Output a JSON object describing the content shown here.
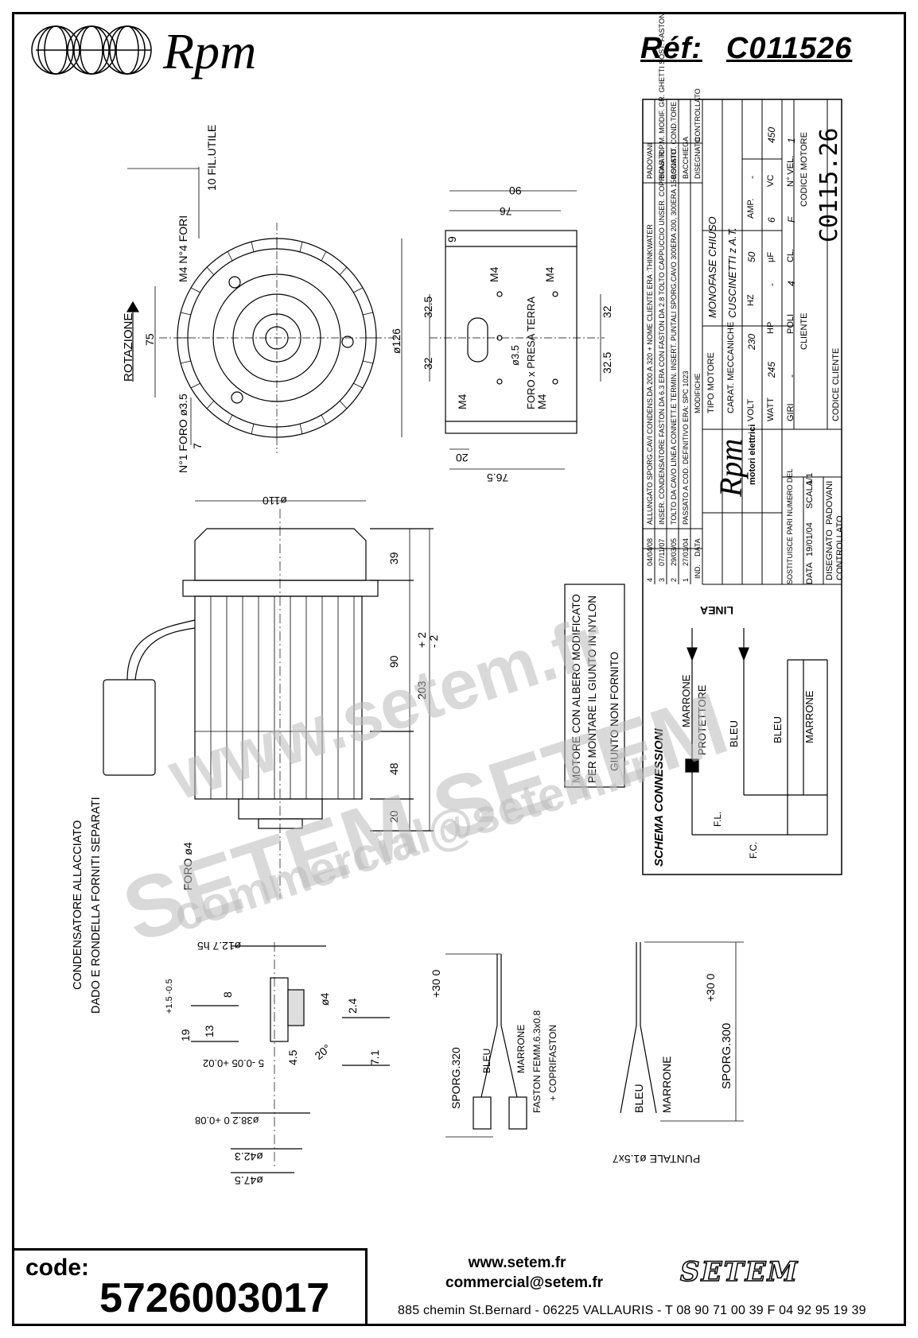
{
  "header": {
    "brand": "Rpm",
    "ref_label": "Réf:",
    "ref_value": "C011526"
  },
  "drawing": {
    "top_view": {
      "fil_utile": "10 FIL.UTILE",
      "fori": "M4 N°4 FORI",
      "rotazione": "ROTAZIONE",
      "dim_75": "75",
      "dim_126": "ø126",
      "foro": "N°1 FORO ø3.5",
      "dim_7": "7"
    },
    "side_bracket": {
      "dim_90": "90",
      "dim_76": "76",
      "dim_9": "9",
      "dim_32_5a": "32.5",
      "dim_32a": "32",
      "dim_32b": "32",
      "dim_32_5b": "32.5",
      "m4": "M4",
      "foro_terra": "FORO x PRESA TERRA",
      "foro_35": "ø3.5",
      "dim_20": "20",
      "dim_76_5": "76.5"
    },
    "motor": {
      "dim_110": "ø110",
      "dim_39": "39",
      "dim_90": "90",
      "dim_203": "203",
      "tol_plus": "+ 2",
      "tol_minus": "- 2",
      "dim_48": "48",
      "dim_20": "20",
      "foro4": "FORO ø4",
      "condensatore": "CONDENSATORE ALLACCIATO",
      "dado": "DADO E RONDELLA FORNITI SEPARATI",
      "note1": "MOTORE CON ALBERO MODIFICATO",
      "note2": "PER MONTARE IL GIUNTO IN NYLON",
      "note3": "GIUNTO NON FORNITO"
    },
    "shaft": {
      "d127": "ø12.7 h5",
      "d19": "19",
      "tol19": "+1.5 -0.5",
      "d13": "13",
      "d8": "8",
      "d5": "5 -0.05 +0.02",
      "d4": "ø4",
      "d24": "2.4",
      "d71": "7.1",
      "d45": "4.5",
      "angle": "20°",
      "d38": "ø38.2 0 +0.08",
      "d423": "ø42.3",
      "d475": "ø47.5"
    },
    "cables1": {
      "sporg": "SPORG.320",
      "tol": "+30 0",
      "bleu": "BLEU",
      "marrone": "MARRONE",
      "faston": "FASTON FEMM.6.3x0.8",
      "coprifaston": "+ COPRIFASTON"
    },
    "cables2": {
      "sporg": "SPORG.300",
      "tol": "+30 0",
      "bleu": "BLEU",
      "marrone": "MARRONE",
      "puntale": "PUNTALE ø1.5x7"
    },
    "schema": {
      "title": "SCHEMA CONNESSIONI",
      "linea": "LINEA",
      "marrone1": "MARRONE",
      "protettore": "PROTETTORE",
      "bleu1": "BLEU",
      "bleu2": "BLEU",
      "marrone2": "MARRONE",
      "fl": "F.L.",
      "fc": "F.C."
    }
  },
  "title_block": {
    "revisions": [
      {
        "n": "4",
        "date": "04/04/08",
        "text": "ALLUNGATO SPORG.CAVI CONDENS.DA 200 A 320 + NOME CLIENTE ERA :THINKWATER",
        "by": "PADOVANI"
      },
      {
        "n": "3",
        "date": "07/11/07",
        "text": "INSER. CONDENSATORE FASTON DA 6.3 ERA CON FASTON DA 2.8 TOLTO CAPPUCCIO UNSER. COPRIFAS. R.P.M. MODIF. GR. GHETTI SOST. FASTON",
        "by": "BONATO"
      },
      {
        "n": "2",
        "date": "29/03/05",
        "text": "TOLTO DA CAVO LINEA CONNETT.E TERMIN. INSERT. PUNTALI SPORG.CAVO 300ERA 200, 300ERA 150,SOSTIT. COND.TORE",
        "by": "BONATO"
      },
      {
        "n": "1",
        "date": "27/01/04",
        "text": "PASSATO A COD. DEFINITIVO ERA: SPC 1023",
        "by": "BACCHIEGA"
      }
    ],
    "hdr_ind": "IND.",
    "hdr_data": "DATA",
    "hdr_modifiche": "MODIFICHE",
    "hdr_disegnato": "DISEGNATO",
    "hdr_controllato": "CONTROLLATO",
    "tipo_motore_label": "TIPO MOTORE",
    "tipo_motore": "MONOFASE CHIUSO",
    "carat_label": "CARAT. MECCANICHE",
    "carat": "CUSCINETTI z A.T.",
    "specs": [
      {
        "k": "VOLT",
        "v": "230",
        "k2": "HZ",
        "v2": "50",
        "k3": "AMP.",
        "v3": "-"
      },
      {
        "k": "WATT",
        "v": "245",
        "k2": "HP",
        "v2": "-",
        "k3": "µF",
        "v3": "6",
        "k4": "VC",
        "v4": "450"
      },
      {
        "k": "GIRI",
        "v": "-",
        "k2": "POLI",
        "v2": "4",
        "k3": "CL.",
        "v3": "F",
        "k4": "N° VEL.",
        "v4": "1"
      }
    ],
    "cliente_label": "CLIENTE",
    "cliente": "-",
    "codice_motore_label": "CODICE MOTORE",
    "codice_motore": "C0115.26",
    "codice_cliente_label": "CODICE CLIENTE",
    "logo_text": "Rpm",
    "logo_sub": "motori elettrici",
    "sostituisce": "SOSTITUISCE PARI NUMERO DEL",
    "sost_val": "-",
    "scala_label": "SCALA",
    "scala": "1/1",
    "data_label": "DATA",
    "data": "19/01/04",
    "disegnato_label": "DISEGNATO",
    "disegnato": "PADOVANI",
    "controllato_label": "CONTROLLATO"
  },
  "watermark": {
    "line1": "www.setem.fr",
    "line2": "SETEM SETEM",
    "line3": "commercial@setem.fr"
  },
  "footer": {
    "code_label": "code:",
    "code_value": "5726003017",
    "website": "www.setem.fr",
    "email": "commercial@setem.fr",
    "address": "885 chemin St.Bernard  -  06225 VALLAURIS  -  T 08 90 71 00 39   F 04 92 95 19 39",
    "setem_logo": "SETEM"
  }
}
